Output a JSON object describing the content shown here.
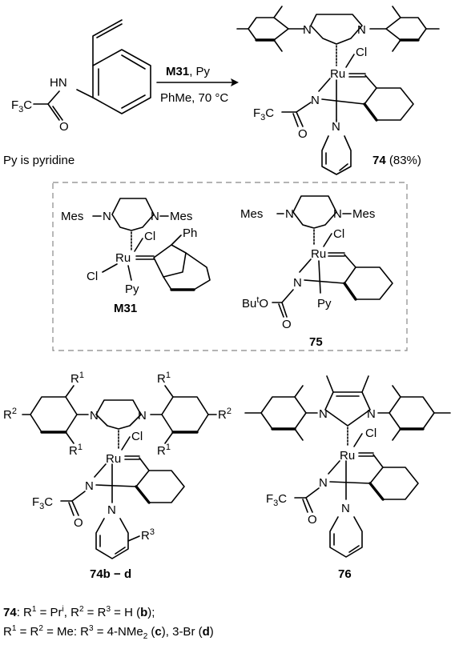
{
  "reaction": {
    "reagent_bold": "M31",
    "reagent_rest": ", Py",
    "conditions": "PhMe, 70 °C",
    "py_note": "Py is pyridine"
  },
  "product": {
    "label": "74",
    "yield": "(83%)"
  },
  "atoms": {
    "N": "N",
    "HN": "HN",
    "Ru": "Ru",
    "Cl": "Cl",
    "Py": "Py",
    "Ph": "Ph",
    "Mes": "Mes",
    "F3C": "F",
    "sub3": "3",
    "C": "C",
    "O": "O",
    "But": "Bu",
    "t": "t",
    "R": "R",
    "one": "1",
    "two": "2",
    "three": "3"
  },
  "labels": {
    "M31": "M31",
    "c75": "75",
    "c74bd": "74b − d",
    "c76": "76"
  },
  "footnote": {
    "line1": {
      "a": "74",
      "b": ": R",
      "c": "1",
      "d": " = Pr",
      "e": "i",
      "f": ", R",
      "g": "2",
      "h": " = R",
      "i": "3",
      "j": " = H (",
      "k": "b",
      "l": ");"
    },
    "line2": {
      "a": "R",
      "b": "1",
      "c": " = R",
      "d": "2",
      "e": " = Me: R",
      "f": "3",
      "g": " = 4-NMe",
      "h": "2",
      "i": " (",
      "j": "c",
      "k": "), 3-Br (",
      "l": "d",
      "m": ")"
    }
  }
}
